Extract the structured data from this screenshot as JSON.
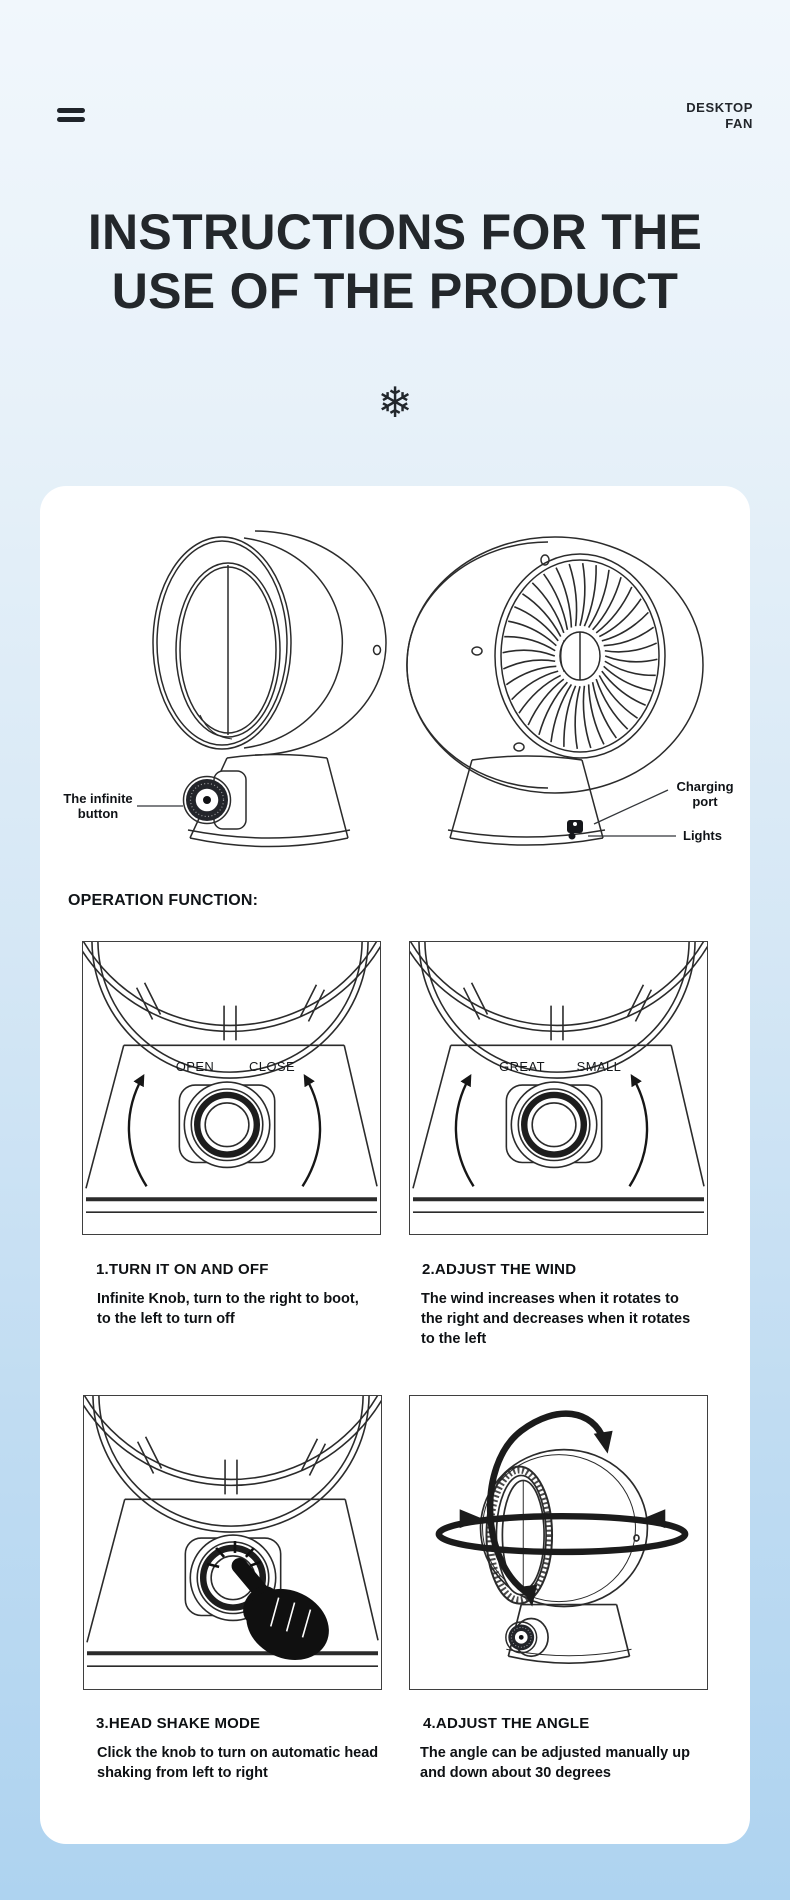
{
  "header": {
    "brand_line1": "DESKTOP",
    "brand_line2": "FAN"
  },
  "hero": {
    "title_line1": "INSTRUCTIONS FOR THE",
    "title_line2": "USE OF THE PRODUCT",
    "snowflake_glyph": "❄"
  },
  "card": {
    "callouts": {
      "infinite_button": "The infinite\nbutton",
      "charging_port": "Charging\nport",
      "lights": "Lights"
    },
    "section_heading": "OPERATION FUNCTION:",
    "operations": [
      {
        "knob_label_left": "OPEN",
        "knob_label_right": "CLOSE",
        "heading": "1.TURN IT ON AND OFF",
        "description": "Infinite Knob, turn to the right to boot,\nto the left to turn off"
      },
      {
        "knob_label_left": "GREAT",
        "knob_label_right": "SMALL",
        "heading": "2.ADJUST THE WIND",
        "description": "The wind increases when it rotates to\nthe right and decreases when it rotates\nto the left"
      },
      {
        "heading": "3.HEAD SHAKE MODE",
        "description": "Click the knob to turn on automatic head\nshaking from left to right"
      },
      {
        "heading": "4.ADJUST THE ANGLE",
        "description": "The angle can be adjusted manually up\nand down about 30 degrees"
      }
    ]
  },
  "colors": {
    "page_gradient_top": "#f1f7fc",
    "page_gradient_bottom": "#aed3f0",
    "card_bg": "#ffffff",
    "ink": "#15181c",
    "line_art": "#2b2b2b"
  }
}
